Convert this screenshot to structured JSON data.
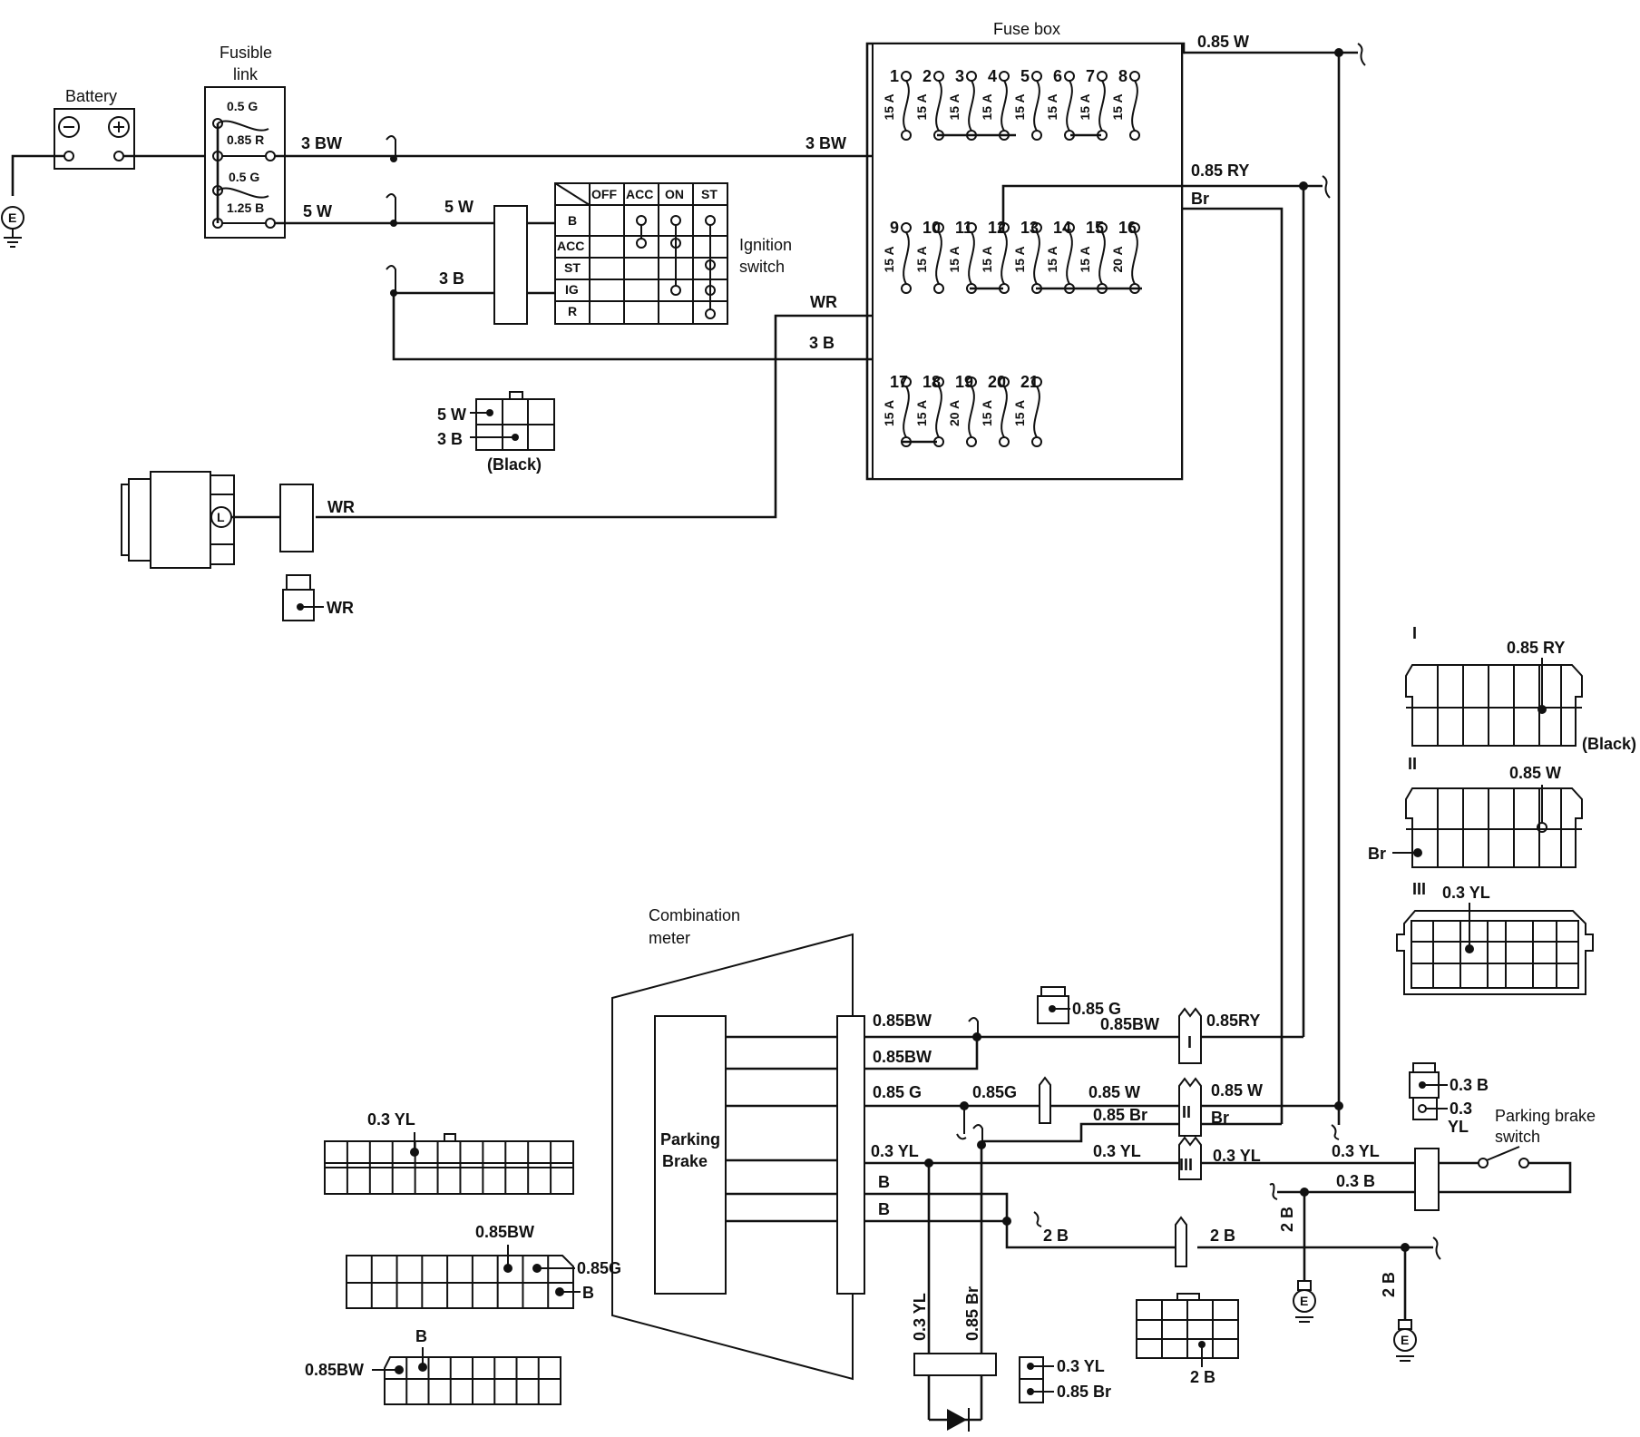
{
  "components": {
    "battery": "Battery",
    "fusible_link": [
      "Fusible",
      "link"
    ],
    "fusible_link_ratings": [
      "0.5 G",
      "0.85 R",
      "0.5 G",
      "1.25 B"
    ],
    "fuse_box": "Fuse box",
    "ignition_switch": [
      "Ignition",
      "switch"
    ],
    "combination_meter": [
      "Combination",
      "meter"
    ],
    "parking_brake_indicator": [
      "Parking",
      "Brake"
    ],
    "parking_brake_switch": [
      "Parking brake",
      "switch"
    ],
    "ground": "E",
    "alternator_terminal": "L"
  },
  "ignition_table": {
    "columns": [
      "OFF",
      "ACC",
      "ON",
      "ST"
    ],
    "rows": [
      "B",
      "ACC",
      "ST",
      "IG",
      "R"
    ]
  },
  "fuses": [
    {
      "num": "1",
      "rating": "15 A"
    },
    {
      "num": "2",
      "rating": "15 A"
    },
    {
      "num": "3",
      "rating": "15 A"
    },
    {
      "num": "4",
      "rating": "15 A"
    },
    {
      "num": "5",
      "rating": "15 A"
    },
    {
      "num": "6",
      "rating": "15 A"
    },
    {
      "num": "7",
      "rating": "15 A"
    },
    {
      "num": "8",
      "rating": "15 A"
    },
    {
      "num": "9",
      "rating": "15 A"
    },
    {
      "num": "10",
      "rating": "15 A"
    },
    {
      "num": "11",
      "rating": "15 A"
    },
    {
      "num": "12",
      "rating": "15 A"
    },
    {
      "num": "13",
      "rating": "15 A"
    },
    {
      "num": "14",
      "rating": "15 A"
    },
    {
      "num": "15",
      "rating": "15 A"
    },
    {
      "num": "16",
      "rating": "20 A"
    },
    {
      "num": "17",
      "rating": "15 A"
    },
    {
      "num": "18",
      "rating": "15 A"
    },
    {
      "num": "19",
      "rating": "20 A"
    },
    {
      "num": "20",
      "rating": "15 A"
    },
    {
      "num": "21",
      "rating": "15 A"
    }
  ],
  "wires": {
    "w_085w": "0.85 W",
    "w_3bw": "3 BW",
    "w_085ry": "0.85 RY",
    "w_br": "Br",
    "w_5w": "5 W",
    "w_3b": "3 B",
    "w_wr": "WR",
    "w_085bw": "0.85 BW",
    "w_085bw_tight": "0.85BW",
    "w_085ry_tight": "0.85RY",
    "w_085g": "0.85 G",
    "w_085g_tight": "0.85G",
    "w_085br": "0.85 Br",
    "w_03yl": "0.3 YL",
    "w_b": "B",
    "w_2b": "2 B",
    "w_03b": "0.3 B",
    "w_03": "0.3",
    "w_yl": "YL",
    "w_085br_vert": "0.85 Br",
    "w_03yl_vert": "0.3 YL"
  },
  "connectors": {
    "black": "(Black)",
    "roman_1": "I",
    "roman_2": "II",
    "roman_3": "III"
  }
}
